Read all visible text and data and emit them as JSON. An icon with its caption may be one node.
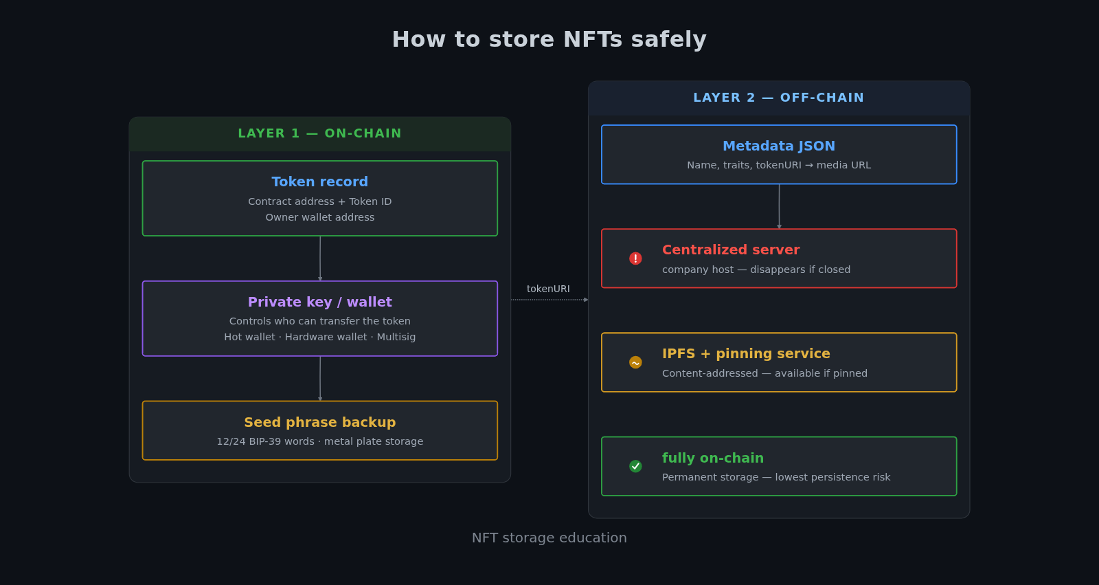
{
  "diagram": {
    "title": "How to store NFTs safely",
    "caption": "NFT storage education",
    "nodes": [
      {
        "text": [
          "LAYER 1 — ON-CHAIN"
        ]
      },
      {
        "text": [
          "Token record",
          "Contract address + Token ID",
          "Owner wallet address"
        ],
        "in": 0
      },
      {
        "text": [
          "Private key / wallet",
          "Controls who can transfer the token",
          "Hot wallet · Hardware wallet · Multisig"
        ],
        "in": 0
      },
      {
        "text": [
          "Seed phrase backup",
          "12/24 BIP-39 words · metal plate storage"
        ],
        "in": 0
      },
      {
        "text": [
          "LAYER 2 — OFF-CHAIN"
        ]
      },
      {
        "text": [
          "Metadata JSON",
          "Name, traits, tokenURI → media URL"
        ],
        "in": 4
      },
      {
        "text": [
          "Centralized server",
          "company host — disappears if closed"
        ],
        "in": 4
      },
      {
        "text": [
          "IPFS + pinning service",
          "Content-addressed — available if pinned"
        ],
        "in": 4
      },
      {
        "text": [
          "fully on-chain",
          "Permanent storage — lowest persistence risk"
        ],
        "in": 4
      }
    ],
    "edges": [
      {
        "from": 1,
        "to": 2,
        "arrow": "to"
      },
      {
        "from": 2,
        "to": 3,
        "arrow": "to"
      },
      {
        "from": 0,
        "to": 4,
        "arrow": "to",
        "label": "tokenURI",
        "style": "dashed"
      },
      {
        "from": 5,
        "to": 6,
        "arrow": "to"
      }
    ]
  }
}
